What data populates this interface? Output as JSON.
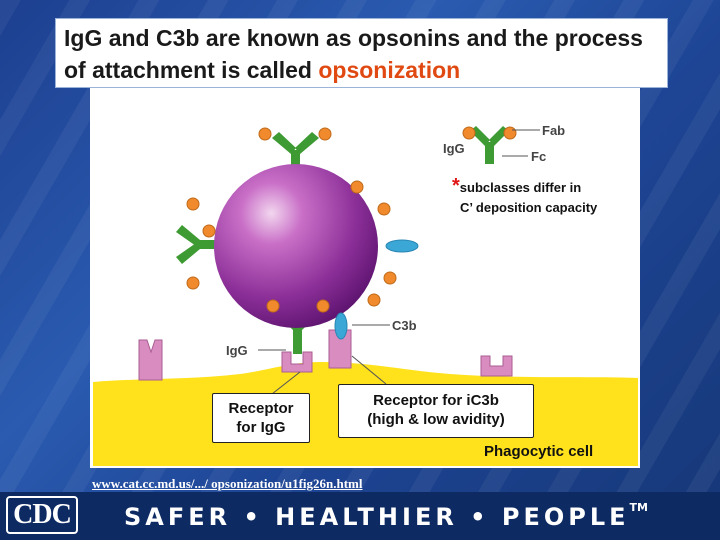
{
  "title": {
    "text": "IgG and C3b are known as opsonins and the process of attachment is called",
    "accent": "opsonization"
  },
  "diagram": {
    "legend": {
      "fab": "Fab",
      "fc": "Fc",
      "igg": "IgG"
    },
    "note": {
      "asterisk": "*",
      "line1": "subclasses differ in",
      "line2": "C’ deposition capacity"
    },
    "labels": {
      "igg": "IgG",
      "c3b": "C3b",
      "receptor_igg_line1": "Receptor",
      "receptor_igg_line2": "for IgG",
      "receptor_ic3b_line1": "Receptor for iC3b",
      "receptor_ic3b_line2": "(high & low avidity)",
      "phagocytic_cell": "Phagocytic cell"
    }
  },
  "source_url": "www.cat.cc.md.us/.../ opsonization/u1fig26n.html",
  "footer": {
    "logo": "CDC",
    "slogan": "SAFER • HEALTHIER • PEOPLE",
    "tm": "TM"
  },
  "colors": {
    "bacterium": "#9a3aa8",
    "antibody": "#3e9a33",
    "c3b": "#3aa7d6",
    "receptor": "#d98cc0",
    "dots": "#f08a2c",
    "cell": "#ffe21c",
    "accent": "#e04a12"
  }
}
